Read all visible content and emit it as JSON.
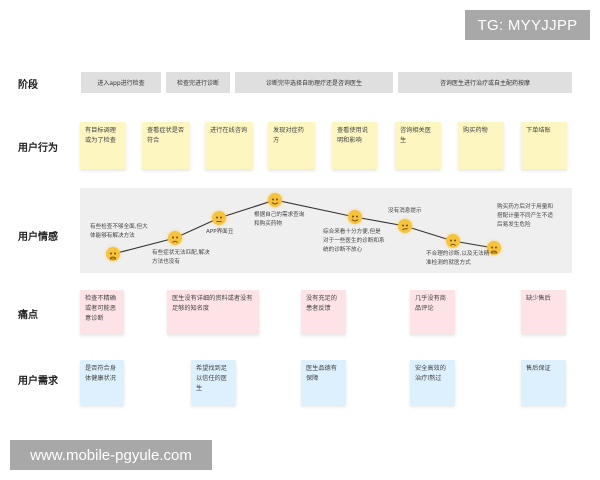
{
  "watermarks": {
    "top": "TG: MYYJJPP",
    "bottom": "www.mobile-pgyule.com"
  },
  "rows": {
    "stage": "阶段",
    "behavior": "用户行为",
    "emotion": "用户情感",
    "pain": "痛点",
    "needs": "用户需求"
  },
  "stages": [
    {
      "label": "进入app进行检查"
    },
    {
      "label": "检查完进行诊断"
    },
    {
      "label": "诊断完毕选择自助理疗还是咨询医生"
    },
    {
      "label": "咨询医生进行治疗或自主配药按摩"
    }
  ],
  "behaviors": [
    {
      "text": "有目标调理或为了检查"
    },
    {
      "text": "查看症状是否符合"
    },
    {
      "text": "进行在线咨询"
    },
    {
      "text": "发现对症药方"
    },
    {
      "text": "查看使用说明和影响"
    },
    {
      "text": "咨询相关医生"
    },
    {
      "text": "购买药物"
    },
    {
      "text": "下单结账"
    }
  ],
  "emotions": [
    {
      "face": "very-sad",
      "text": "有些检查不够全面,但大体能够有解决方法"
    },
    {
      "face": "sad",
      "text": "有些症状无法匹配,解决方法也没有"
    },
    {
      "face": "neutral",
      "text": "APP界面丑"
    },
    {
      "face": "happy",
      "text": "根据自己的需求查询和购买药物"
    },
    {
      "face": "happy",
      "text": "综合来看十分方便,但是对于一些医生的诊断和系统的诊断不放心"
    },
    {
      "face": "confused",
      "text": "没有消息提示"
    },
    {
      "face": "sad",
      "text": "不合理的诊断,以及无法精准检测的就医方式"
    },
    {
      "face": "very-sad",
      "text": "购买药方后对于用量和搭配计量不同产生不适后易发生危险"
    }
  ],
  "pain_points": [
    {
      "text": "检查不精确或者可能恶意诊断"
    },
    {
      "text": "医生没有详细的资料或者没有足够的知名度"
    },
    {
      "text": "没有充足的患者反馈"
    },
    {
      "text": "几乎没有商品评论"
    },
    {
      "text": "缺少售后"
    }
  ],
  "needs": [
    {
      "text": "是否符合身体健康状况"
    },
    {
      "text": "希望找到足以信任的医生"
    },
    {
      "text": "医生品德有保障"
    },
    {
      "text": "安全高效的治疗l熬过"
    },
    {
      "text": "售后保证"
    }
  ],
  "colors": {
    "stage_bg": "#dfdfdf",
    "behavior_note": "#fdf6c0",
    "pain_note": "#fde3e6",
    "need_note": "#dcf0fd",
    "emotion_panel": "#efefef",
    "face": "#f6c33a"
  }
}
